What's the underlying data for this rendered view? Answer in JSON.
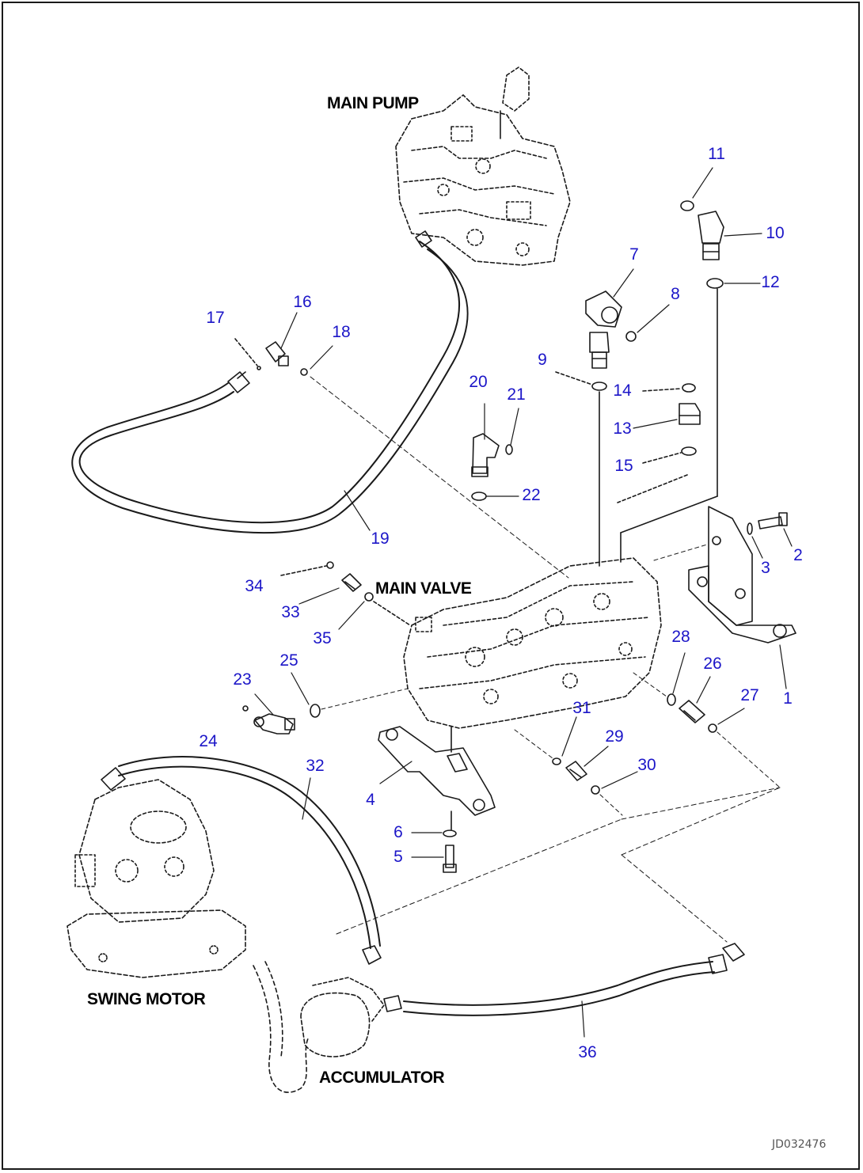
{
  "labels": {
    "main_pump": "MAIN PUMP",
    "main_valve": "MAIN VALVE",
    "swing_motor": "SWING MOTOR",
    "accumulator": "ACCUMULATOR"
  },
  "drawing_code": "JD032476",
  "colors": {
    "callout": "#1c16c8",
    "line": "#1a1a1a"
  },
  "parts": {
    "p1": "1",
    "p2": "2",
    "p3": "3",
    "p4": "4",
    "p5": "5",
    "p6": "6",
    "p7": "7",
    "p8": "8",
    "p9": "9",
    "p10": "10",
    "p11": "11",
    "p12": "12",
    "p13": "13",
    "p14": "14",
    "p15": "15",
    "p16": "16",
    "p17": "17",
    "p18": "18",
    "p19": "19",
    "p20": "20",
    "p21": "21",
    "p22": "22",
    "p23": "23",
    "p24": "24",
    "p25": "25",
    "p26": "26",
    "p27": "27",
    "p28": "28",
    "p29": "29",
    "p30": "30",
    "p31": "31",
    "p32": "32",
    "p33": "33",
    "p34": "34",
    "p35": "35",
    "p36": "36"
  }
}
